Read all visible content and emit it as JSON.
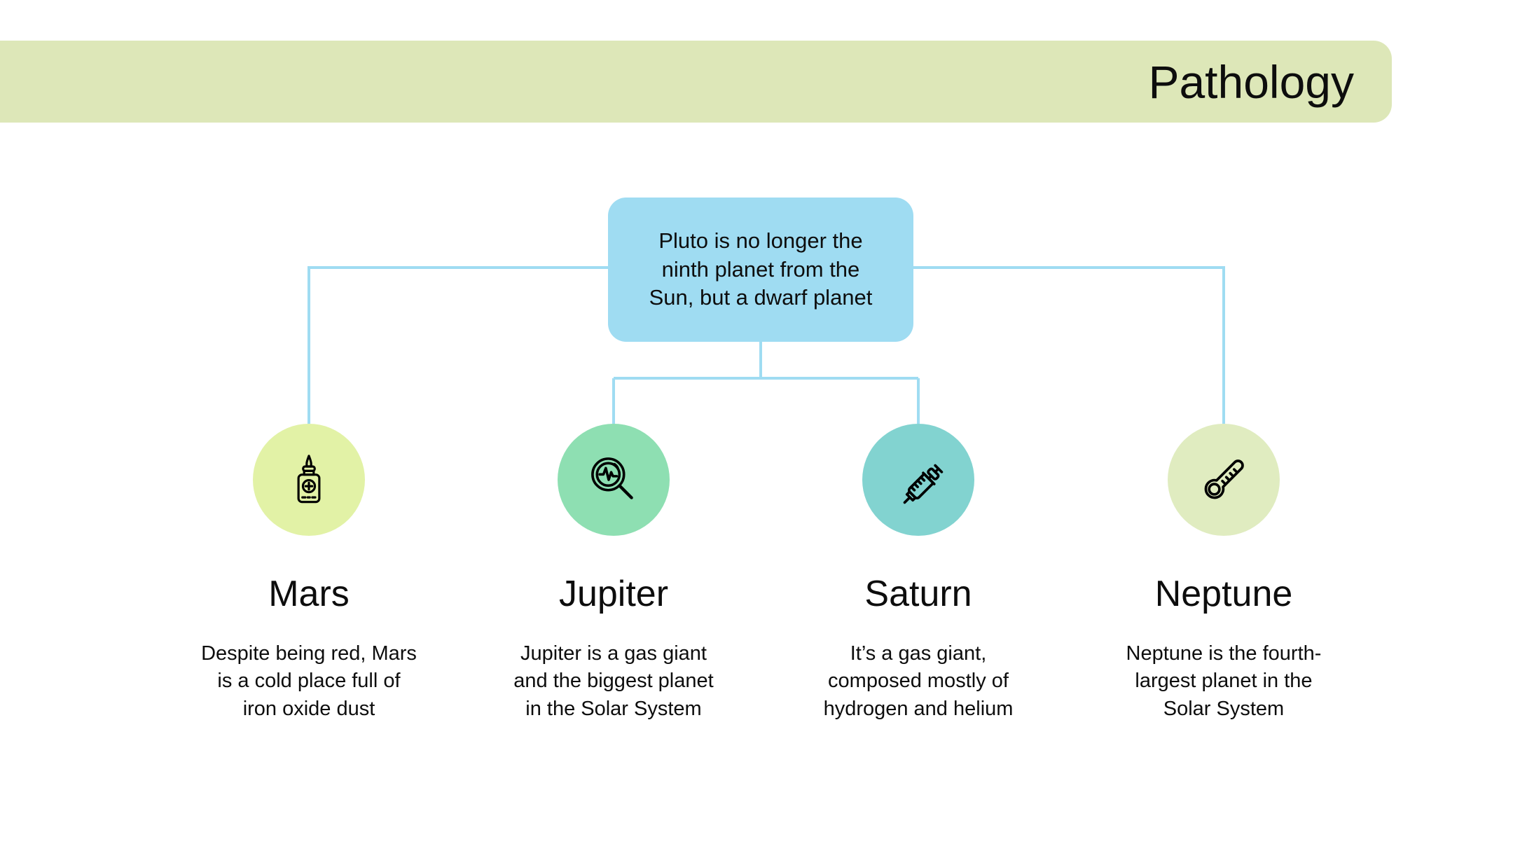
{
  "header": {
    "title": "Pathology",
    "banner_color": "#dde7b8"
  },
  "root_node": {
    "text": "Pluto is no longer the\nninth planet from the\nSun, but a dwarf planet",
    "color": "#9fdcf2"
  },
  "connector_color": "#9fdcf2",
  "branches": [
    {
      "title": "Mars",
      "description": "Despite being red, Mars\nis a cold place full of\niron oxide dust",
      "icon": "medicine-dropper-bottle-icon",
      "circle_color": "#e2f2a6"
    },
    {
      "title": "Jupiter",
      "description": "Jupiter is a gas giant\nand the biggest planet\nin the Solar System",
      "icon": "magnifier-pulse-icon",
      "circle_color": "#8edfb2"
    },
    {
      "title": "Saturn",
      "description": "It’s a gas giant,\ncomposed mostly of\nhydrogen and helium",
      "icon": "syringe-icon",
      "circle_color": "#82d3d0"
    },
    {
      "title": "Neptune",
      "description": "Neptune is the fourth-\nlargest planet in the\nSolar System",
      "icon": "thermometer-icon",
      "circle_color": "#e0ecc0"
    }
  ]
}
